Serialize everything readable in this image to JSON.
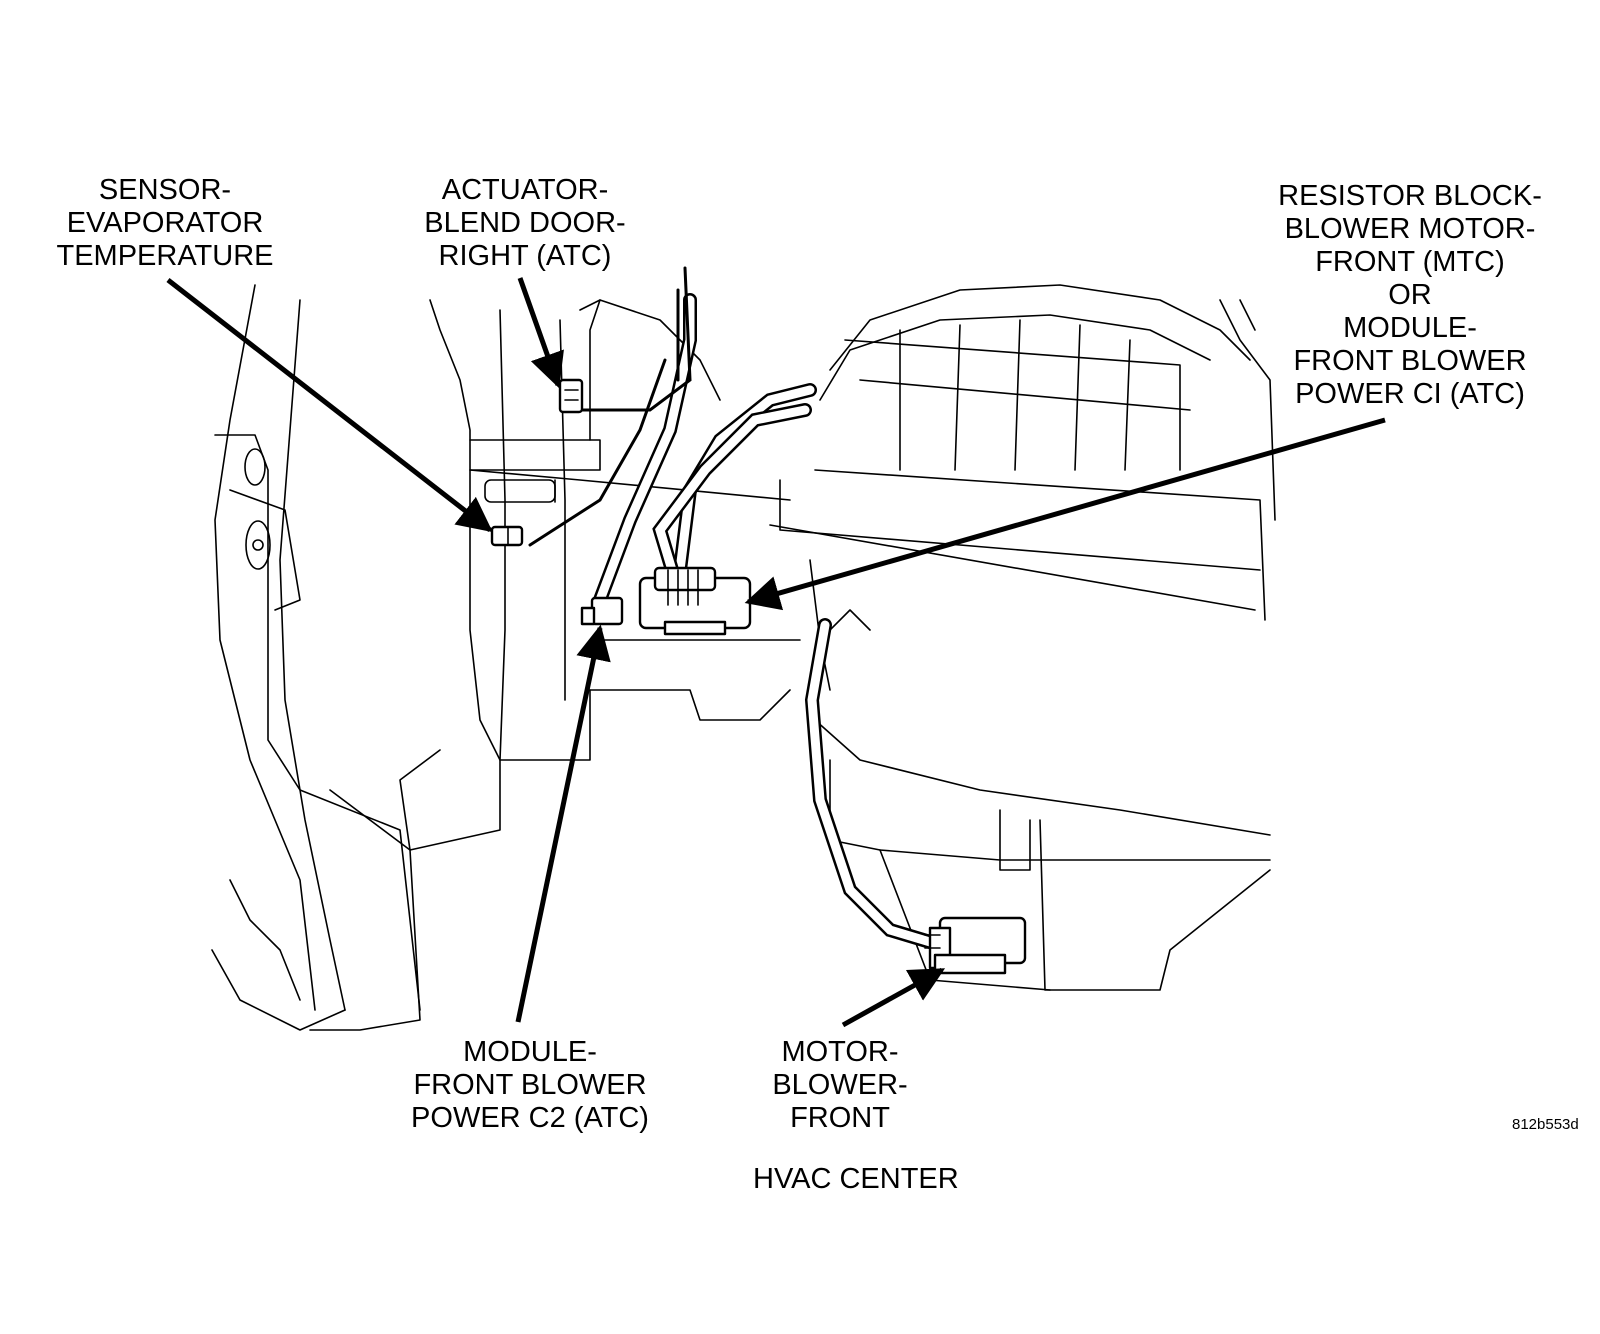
{
  "diagram": {
    "caption": "HVAC CENTER",
    "figure_id": "812b553d",
    "callouts": {
      "sensor_evaporator": [
        "SENSOR-",
        "EVAPORATOR",
        "TEMPERATURE"
      ],
      "actuator_blend_door": [
        "ACTUATOR-",
        "BLEND DOOR-",
        "RIGHT (ATC)"
      ],
      "resistor_block": [
        "RESISTOR BLOCK-",
        "BLOWER MOTOR-",
        "FRONT (MTC)",
        "OR",
        "MODULE-",
        "FRONT BLOWER",
        "POWER CI (ATC)"
      ],
      "module_c2": [
        "MODULE-",
        "FRONT BLOWER",
        "POWER C2 (ATC)"
      ],
      "motor_blower": [
        "MOTOR-",
        "BLOWER-",
        "FRONT"
      ]
    }
  }
}
